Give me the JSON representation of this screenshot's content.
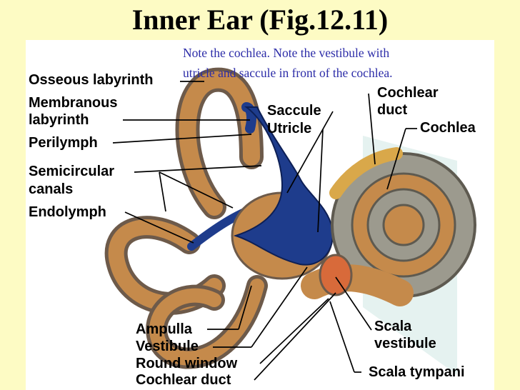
{
  "title": "Inner Ear (Fig.12.11)",
  "note": {
    "line1": "Note the cochlea. Note the vestibule with",
    "line2": "utricle and saccule in front of the cochlea."
  },
  "labels": {
    "osseous_labyrinth": "Osseous labyrinth",
    "membranous_1": "Membranous",
    "membranous_2": "labyrinth",
    "perilymph": "Perilymph",
    "semicircular_1": "Semicircular",
    "semicircular_2": "canals",
    "endolymph": "Endolymph",
    "saccule": "Saccule",
    "utricle": "Utricle",
    "cochlear_duct_top_1": "Cochlear",
    "cochlear_duct_top_2": "duct",
    "cochlea": "Cochlea",
    "ampulla": "Ampulla",
    "vestibule": "Vestibule",
    "round_window": "Round window",
    "cochlear_duct_bottom": "Cochlear duct",
    "scala_vestibule_1": "Scala",
    "scala_vestibule_2": "vestibule",
    "scala_tympani": "Scala tympani"
  },
  "colors": {
    "background": "#fdfbc4",
    "title": "#000000",
    "note": "#2c2ca8",
    "bone": "#c58a4b",
    "bone_dark": "#6d5a4a",
    "membrane": "#1e3c8c",
    "cochlea_gray": "#9c9a8e"
  }
}
